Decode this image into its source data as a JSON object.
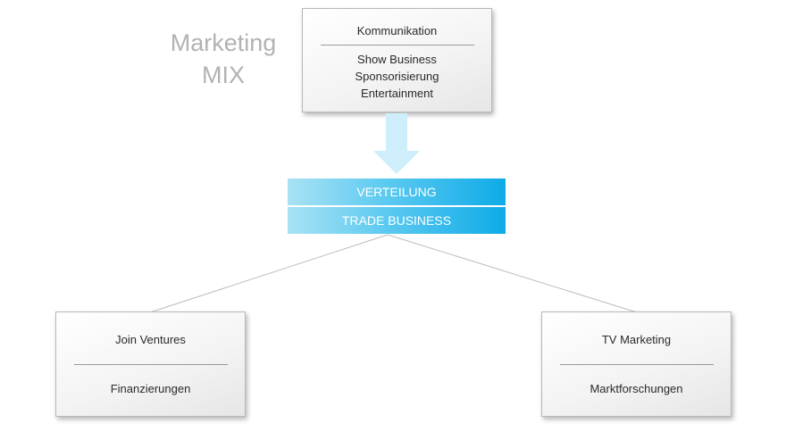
{
  "title": {
    "line1": "Marketing",
    "line2": "MIX"
  },
  "top_box": {
    "heading": "Kommunikation",
    "items": [
      "Show Business",
      "Sponsorisierung",
      "Entertainment"
    ]
  },
  "bars": {
    "distribution": "VERTEILUNG",
    "trade": "TRADE BUSINESS"
  },
  "left_box": {
    "heading": "Join Ventures",
    "sub": "Finanzierungen"
  },
  "right_box": {
    "heading": "TV Marketing",
    "sub": "Marktforschungen"
  },
  "colors": {
    "title_gray": "#b2b2b2",
    "bar_light": "#a9e2f4",
    "bar_dark": "#0eabe8",
    "arrow": "#cdeefa"
  }
}
